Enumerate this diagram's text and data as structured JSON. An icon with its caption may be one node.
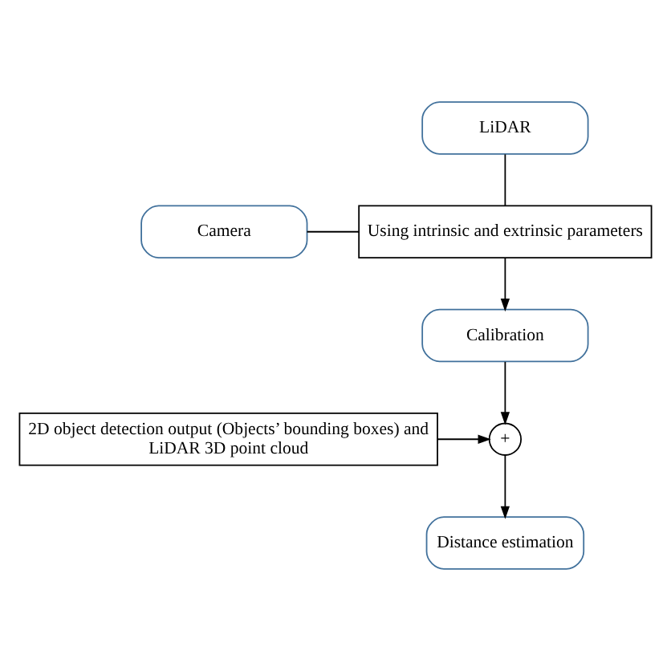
{
  "diagram": {
    "nodes": [
      {
        "text": [
          "Camera"
        ]
      },
      {
        "text": [
          "LiDAR"
        ]
      },
      {
        "text": [
          "Using intrinsic and extrinsic parameters"
        ]
      },
      {
        "text": [
          "Calibration"
        ]
      },
      {
        "text": [
          "+"
        ]
      },
      {
        "text": [
          "2D object detection output (Objects’ bounding boxes) and",
          "LiDAR 3D point cloud"
        ]
      },
      {
        "text": [
          "Distance estimation"
        ]
      }
    ],
    "edges": [
      {
        "from": 0,
        "to": 2,
        "arrow": "none"
      },
      {
        "from": 1,
        "to": 2,
        "arrow": "none"
      },
      {
        "from": 2,
        "to": 3,
        "arrow": "to"
      },
      {
        "from": 3,
        "to": 4,
        "arrow": "to"
      },
      {
        "from": 5,
        "to": 4,
        "arrow": "to"
      },
      {
        "from": 4,
        "to": 6,
        "arrow": "to"
      }
    ]
  }
}
